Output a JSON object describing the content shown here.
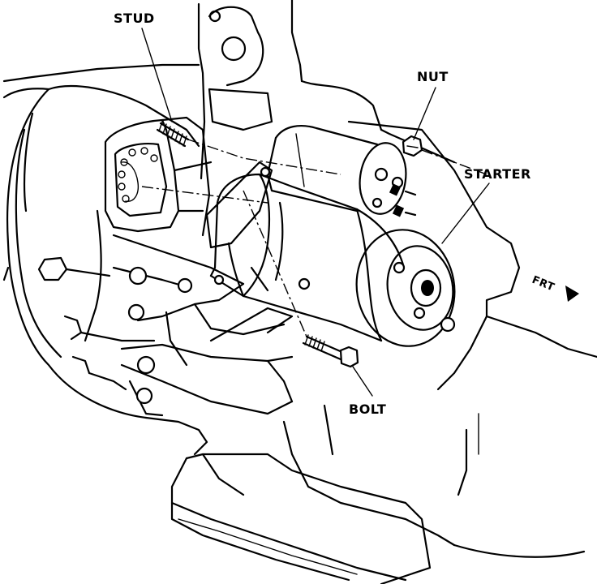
{
  "diagram": {
    "labels": {
      "stud": "STUD",
      "nut": "NUT",
      "starter": "STARTER",
      "bolt": "BOLT",
      "front": "FRT"
    }
  }
}
